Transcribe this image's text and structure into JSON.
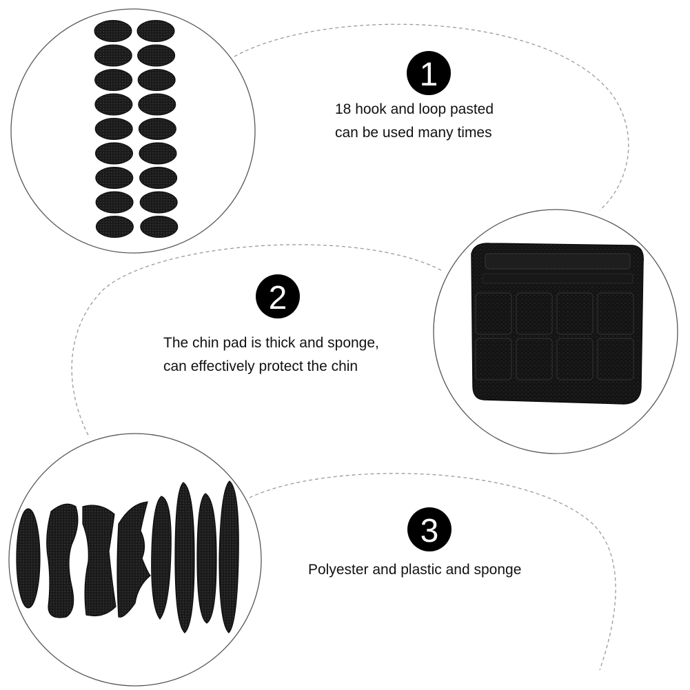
{
  "colors": {
    "background": "#ffffff",
    "circle_border": "#555555",
    "dashed_line": "#9a9a9a",
    "badge_fill": "#000000",
    "badge_digit": "#ffffff",
    "pad_fill": "#1c1c1c",
    "text": "#111111"
  },
  "features": [
    {
      "number": "1",
      "lines": [
        "18 hook and loop pasted",
        "can be used many times"
      ],
      "image_icon": "round-hook-and-loop-dots-image"
    },
    {
      "number": "2",
      "lines": [
        "The chin pad is thick and sponge,",
        "can effectively protect the chin"
      ],
      "image_icon": "chin-pad-image"
    },
    {
      "number": "3",
      "lines": [
        "Polyester and plastic and sponge"
      ],
      "image_icon": "foam-pad-strips-image"
    }
  ]
}
